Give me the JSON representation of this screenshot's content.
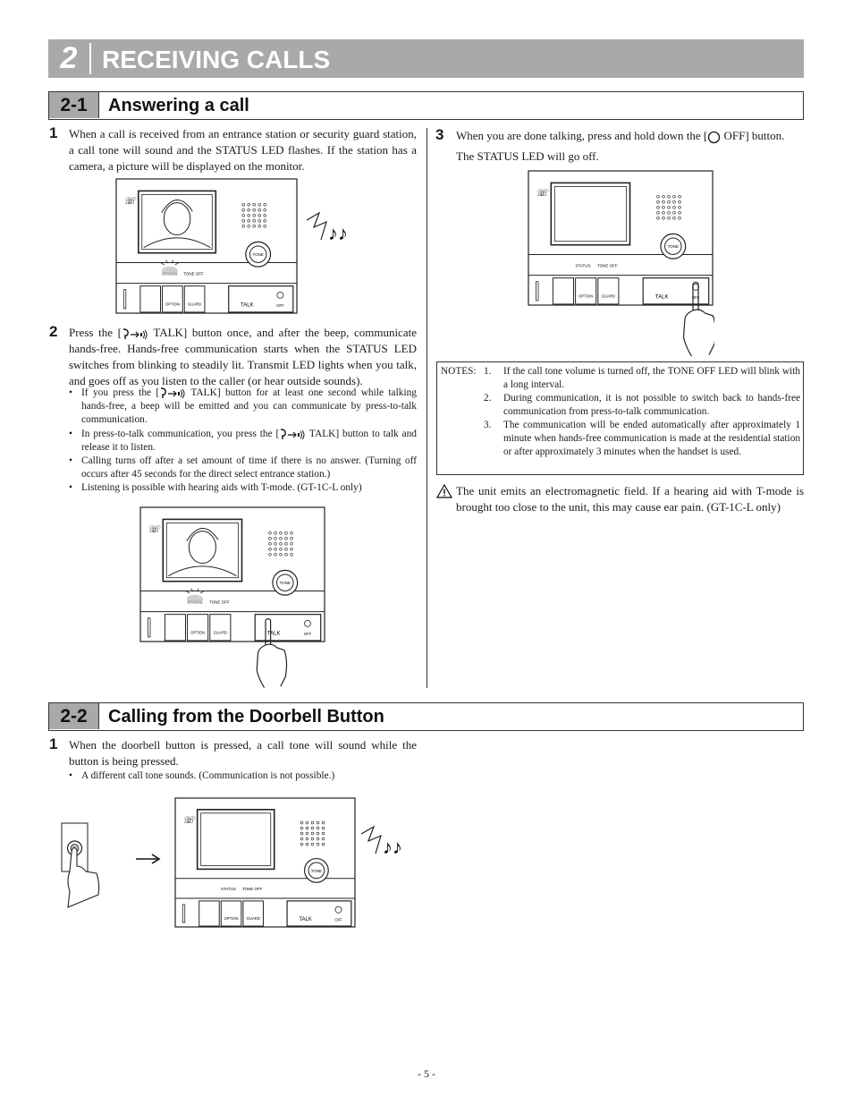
{
  "chapter": {
    "number": "2",
    "title": "RECEIVING CALLS"
  },
  "section1": {
    "number": "2-1",
    "title": "Answering a call",
    "step1": {
      "num": "1",
      "text": "When a call is received from an entrance station or security guard station, a call tone will sound and the STATUS LED flashes. If the station has a camera, a picture will be displayed on the monitor."
    },
    "step2": {
      "num": "2",
      "text_pre": "Press the [",
      "text_post": " TALK] button once, and after the beep, communicate hands-free. Hands-free communication starts when the STATUS LED switches from blinking to steadily lit. Transmit LED lights when you talk, and goes off as you listen to the caller (or hear outside sounds).",
      "bullets": [
        {
          "pre": "If you press the [",
          "post": " TALK] button for at least one second while talking hands-free, a beep will be emitted and you can communicate by press-to-talk communication."
        },
        {
          "pre": "In press-to-talk communication, you press the [",
          "post": " TALK] button to talk and release it to listen."
        },
        {
          "pre": "Calling turns off after a set amount of time if there is no answer. (Turning off occurs after 45 seconds for the direct select entrance station.)",
          "post": ""
        },
        {
          "pre": "Listening is possible with hearing aids with T-mode. (GT-1C-L only)",
          "post": ""
        }
      ]
    },
    "step3": {
      "num": "3",
      "text_pre": "When you are done talking, press and hold down the [",
      "text_post": " OFF] button.",
      "text2": "The STATUS LED will go off."
    },
    "notes": {
      "label": "NOTES:",
      "items": [
        {
          "n": "1.",
          "text": "If the call tone volume is turned off, the TONE OFF LED will blink with a long interval."
        },
        {
          "n": "2.",
          "text": "During communication, it is not possible to switch back to hands-free communication from press-to-talk communication."
        },
        {
          "n": "3.",
          "text": "The communication will be ended automatically after approximately 1 minute when hands-free communication is made at the residential station or after approximately 3 minutes when the handset is used."
        }
      ]
    },
    "warning": "The unit emits an electromagnetic field. If a hearing aid with T-mode is brought too close to the unit, this may cause ear pain. (GT-1C-L only)"
  },
  "section2": {
    "number": "2-2",
    "title": "Calling from the Doorbell Button",
    "step1": {
      "num": "1",
      "text": "When the doorbell button is pressed, a call tone will sound while the button is being pressed."
    },
    "bullets": [
      "A different call tone sounds. (Communication is not possible.)"
    ]
  },
  "device": {
    "btn_option": "OPTION",
    "btn_guard": "GUARD",
    "btn_talk": "TALK",
    "btn_off": "OFF",
    "led_status": "STATUS",
    "led_tone_off": "TONE OFF",
    "dial_label": "TONE"
  },
  "footer": {
    "page": "- 5 -"
  }
}
